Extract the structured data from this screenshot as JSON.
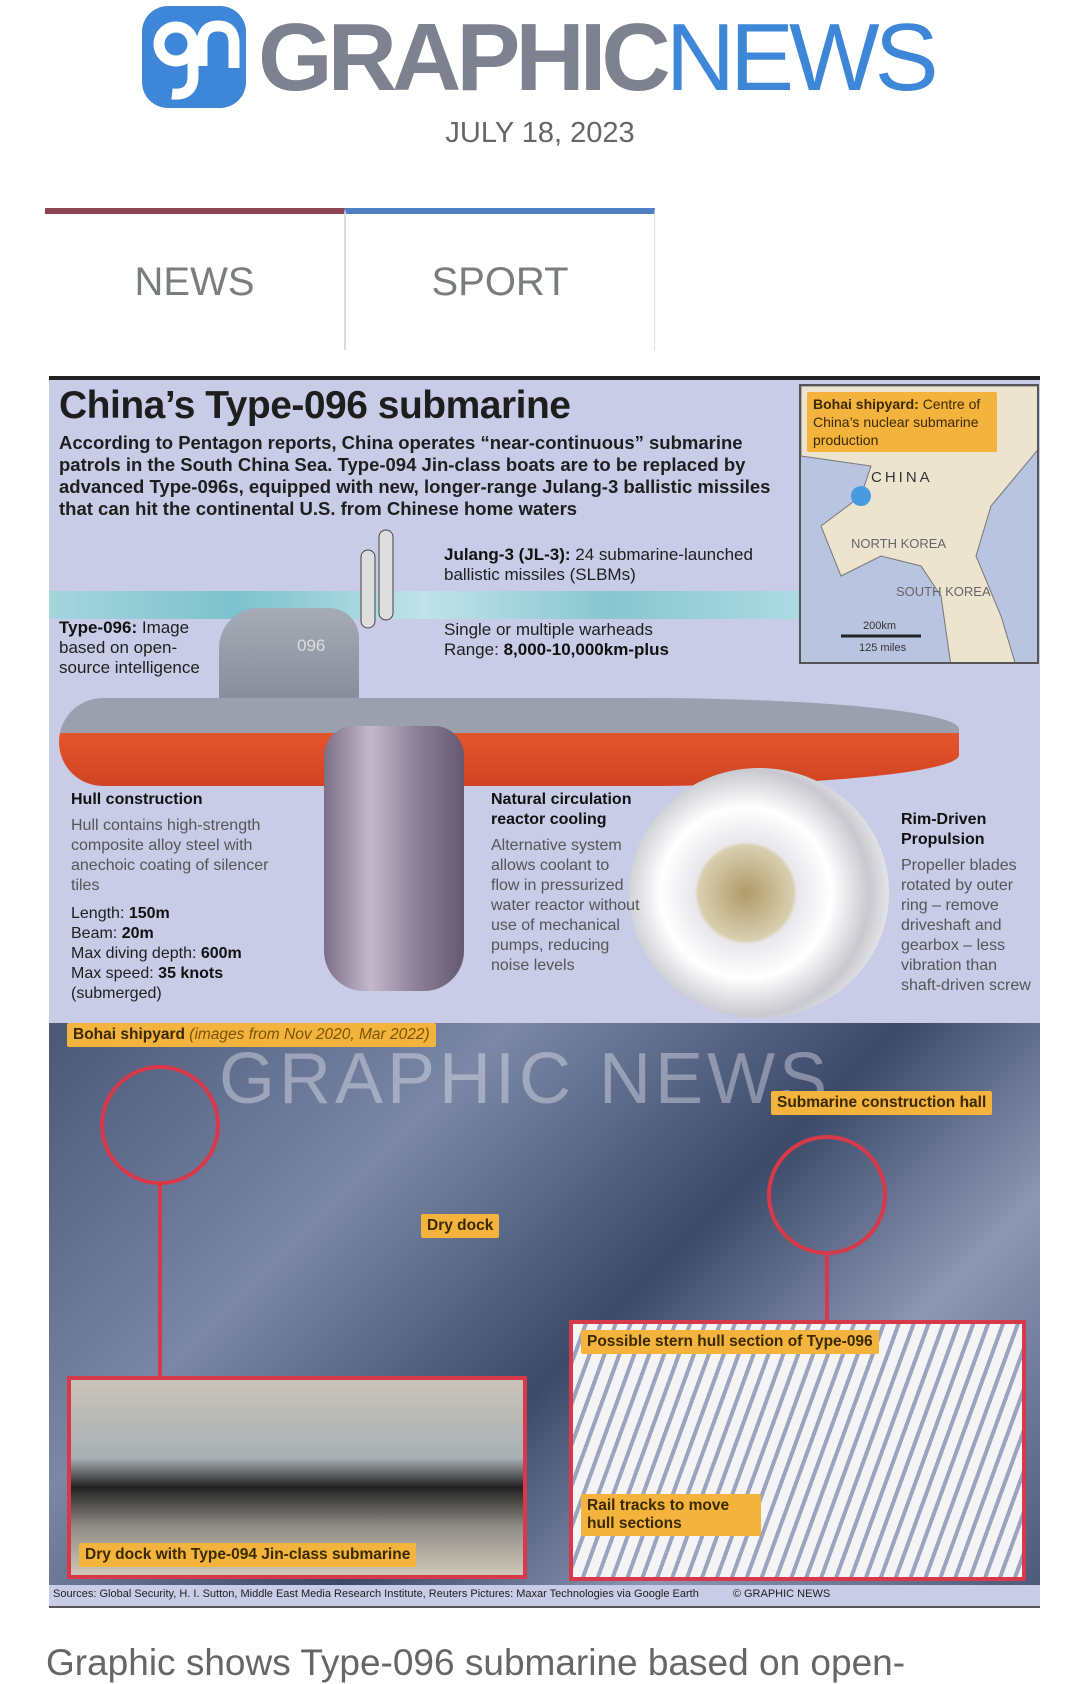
{
  "header": {
    "logo": {
      "icon": "gn-logo-icon",
      "text_part1": "GRAPHIC",
      "text_part2": "NEWS"
    },
    "date": "JULY 18, 2023"
  },
  "tabs": [
    {
      "label": "NEWS",
      "accent": "#8c4354"
    },
    {
      "label": "SPORT",
      "accent": "#4f7fc4"
    }
  ],
  "infographic": {
    "title": "China’s Type-096 submarine",
    "intro": "According to Pentagon reports, China operates “near-continuous” submarine patrols in the South China Sea. Type-094 Jin-class boats are to be replaced by advanced Type-096s, equipped with new, longer-range Julang-3 ballistic missiles that can hit the continental U.S. from Chinese home waters",
    "map": {
      "callout_bold": "Bohai shipyard:",
      "callout_text": "Centre of China’s nuclear submarine production",
      "labels": [
        "CHINA",
        "NORTH KOREA",
        "SOUTH KOREA"
      ],
      "scale_km": "200km",
      "scale_miles": "125 miles"
    },
    "sail_number": "096",
    "julang": {
      "bold": "Julang-3 (JL-3):",
      "text": "24 submarine-launched ballistic missiles (SLBMs)"
    },
    "type096": {
      "bold": "Type-096:",
      "text": "Image based on open-source intelligence"
    },
    "warheads": {
      "line1": "Single or multiple warheads",
      "range_label": "Range:",
      "range_value": "8,000-10,000km-plus"
    },
    "hull": {
      "heading": "Hull construction",
      "text": "Hull contains high-strength composite alloy steel with anechoic coating of silencer tiles",
      "specs": [
        {
          "k": "Length:",
          "v": "150m"
        },
        {
          "k": "Beam:",
          "v": "20m"
        },
        {
          "k": "Max diving depth:",
          "v": "600m"
        },
        {
          "k": "Max speed:",
          "v": "35 knots"
        }
      ],
      "note": "(submerged)"
    },
    "reactor": {
      "heading": "Natural circulation reactor cooling",
      "text": "Alternative system allows coolant to flow in pressurized water reactor without use of mechanical pumps, reducing noise levels"
    },
    "propulsion": {
      "heading": "Rim-Driven Propulsion",
      "text": "Propeller blades rotated by outer ring – remove driveshaft and gearbox – less vibration than shaft-driven screw"
    },
    "satellite": {
      "title_bold": "Bohai shipyard",
      "title_italic": "(images from Nov 2020, Mar 2022)",
      "watermark": "GRAPHIC NEWS",
      "hall": "Submarine construction hall",
      "dry_dock": "Dry dock",
      "inset_left": "Dry dock with Type-094 Jin-class submarine",
      "inset_right_top": "Possible stern hull section of Type-096",
      "inset_right_bottom": "Rail tracks to move hull sections"
    },
    "sources": "Sources: Global Security, H. I. Sutton, Middle East Media Research Institute, Reuters  Pictures: Maxar Technologies via Google Earth",
    "copyright": "© GRAPHIC NEWS"
  },
  "caption": "Graphic shows Type-096 submarine based on open-"
}
